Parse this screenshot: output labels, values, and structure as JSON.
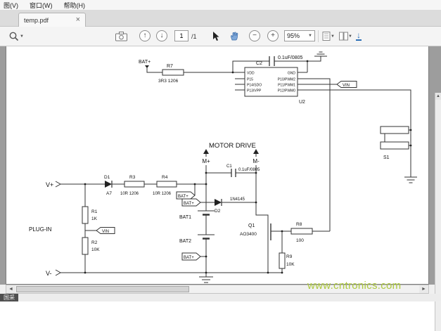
{
  "window": {
    "menu": [
      "图(V)",
      "窗口(W)",
      "帮助(H)"
    ],
    "tab": {
      "title": "temp.pdf",
      "close": "×"
    }
  },
  "toolbar": {
    "page_current": "1",
    "page_total": "/1",
    "zoom_value": "95%",
    "dropdown_caret": "▼",
    "up_arrow": "↑",
    "down_arrow": "↓",
    "minus": "−",
    "plus": "+",
    "download_arrow": "↓"
  },
  "scrollbar": {
    "left_arrow": "◄",
    "right_arrow": "►",
    "up_arrow": "▲"
  },
  "statusbar": {
    "ime_label": "国采"
  },
  "watermark": {
    "text": "www.cntronics.com",
    "color": "#adc93d"
  },
  "schematic": {
    "title": "MOTOR DRIVE",
    "nets": {
      "bat_plus": "BAT+",
      "vin": "VIN",
      "v_plus": "V+",
      "v_minus": "V-",
      "m_plus": "M+",
      "m_minus": "M-",
      "plug_in": "PLUG-IN"
    },
    "components": {
      "r7": {
        "ref": "R7",
        "value": "3R3 1206"
      },
      "c2": {
        "ref": "C2",
        "value": "0.1uF/0805"
      },
      "u2": {
        "ref": "U2",
        "pins_left": [
          "VDD",
          "P15",
          "P14/SDO",
          "P13/VPP"
        ],
        "pins_right": [
          "GND",
          "P10/PWM2",
          "P11/PWM1",
          "P12/PWM0"
        ]
      },
      "s1": {
        "ref": "S1"
      },
      "c1": {
        "ref": "C1",
        "value": "0.1uF/0805"
      },
      "d1": {
        "ref": "D1",
        "value": "A7"
      },
      "r3": {
        "ref": "R3",
        "value": "10R 1206"
      },
      "r4": {
        "ref": "R4",
        "value": "10R 1206"
      },
      "d2": {
        "ref": "D2",
        "value": "1N4145"
      },
      "r1": {
        "ref": "R1",
        "value": "1K"
      },
      "r2": {
        "ref": "R2",
        "value": "10K"
      },
      "bat1": {
        "ref": "BAT1"
      },
      "bat2": {
        "ref": "BAT2"
      },
      "q1": {
        "ref": "Q1",
        "value": "AO3400"
      },
      "r8": {
        "ref": "R8",
        "value": "100"
      },
      "r9": {
        "ref": "R9",
        "value": "10K"
      }
    }
  }
}
